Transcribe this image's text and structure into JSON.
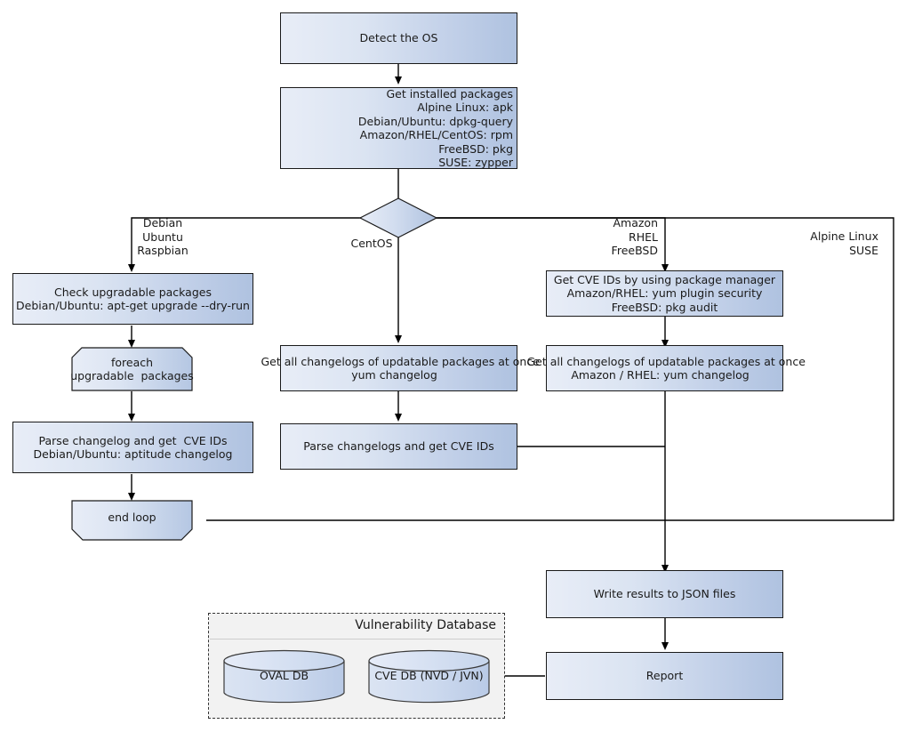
{
  "diagram": {
    "title": "Vuls scan workflow flowchart",
    "colors": {
      "node_fill_light": "#e8edf7",
      "node_fill_dark": "#afc2e0",
      "node_border": "#1a1a1a",
      "edge": "#000000",
      "group_fill": "#f2f2f2",
      "group_border": "#333333"
    }
  },
  "nodes": {
    "detect_os": {
      "label": "Detect the OS"
    },
    "get_installed_packages": {
      "label": "Get installed packages\nAlpine Linux: apk\nDebian/Ubuntu: dpkg-query\nAmazon/RHEL/CentOS: rpm\nFreeBSD: pkg\nSUSE: zypper"
    },
    "os_decision": {
      "label": ""
    },
    "check_upgradable": {
      "label": "Check upgradable packages\nDebian/Ubuntu: apt-get upgrade --dry-run"
    },
    "foreach_loop": {
      "label": "foreach\nupgradable  packages"
    },
    "parse_changelog_deb": {
      "label": "Parse changelog and get  CVE IDs\nDebian/Ubuntu: aptitude changelog"
    },
    "end_loop": {
      "label": "end loop"
    },
    "get_changelogs_centos": {
      "label": "Get all changelogs of updatable packages at once\nyum changelog"
    },
    "parse_changelogs_centos": {
      "label": "Parse changelogs and get CVE IDs"
    },
    "get_cve_ids_pkgmgr": {
      "label": "Get CVE IDs by using package manager\nAmazon/RHEL: yum plugin security\nFreeBSD: pkg audit"
    },
    "get_changelogs_rhel": {
      "label": "Get all changelogs of updatable packages at once\nAmazon / RHEL: yum changelog"
    },
    "write_results": {
      "label": "Write results to JSON files"
    },
    "report": {
      "label": "Report"
    }
  },
  "branch_labels": {
    "debian": "Debian\nUbuntu\nRaspbian",
    "centos": "CentOS",
    "amazon": "Amazon\nRHEL\nFreeBSD",
    "alpine": "Alpine Linux\nSUSE"
  },
  "group": {
    "title": "Vulnerability Database",
    "databases": [
      {
        "label": "OVAL DB"
      },
      {
        "label": "CVE DB (NVD / JVN)"
      }
    ]
  }
}
